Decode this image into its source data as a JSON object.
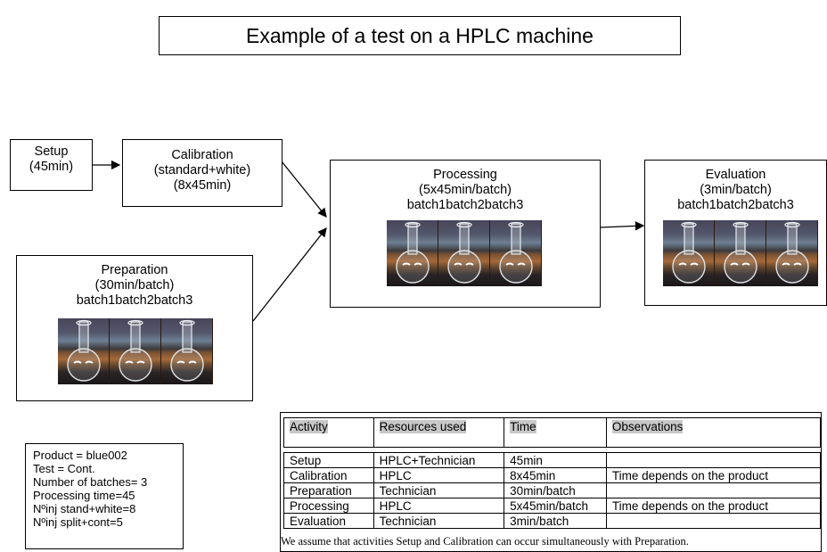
{
  "title": "Example of a test on a HPLC machine",
  "nodes": {
    "setup": {
      "lines": [
        "Setup",
        "(45min)"
      ]
    },
    "calibration": {
      "lines": [
        "Calibration",
        "(standard+white)",
        "(8x45min)"
      ]
    },
    "preparation": {
      "lines": [
        "Preparation",
        "(30min/batch)"
      ],
      "batches": "batch1batch2batch3"
    },
    "processing": {
      "lines": [
        "Processing",
        "(5x45min/batch)"
      ],
      "batches": "batch1batch2batch3"
    },
    "evaluation": {
      "lines": [
        "Evaluation",
        "(3min/batch)"
      ],
      "batches": "batch1batch2batch3"
    }
  },
  "info": {
    "lines": [
      "Product = blue002",
      "Test = Cont.",
      "Number of batches= 3",
      "Processing time=45",
      "Nºinj stand+white=8",
      "Nºinj split+cont=5"
    ]
  },
  "table": {
    "headers": [
      "Activity",
      "Resources used",
      "Time",
      "Observations"
    ],
    "rows": [
      [
        "Setup",
        "HPLC+Technician",
        "45min",
        ""
      ],
      [
        "Calibration",
        "HPLC",
        "8x45min",
        "Time depends on the product"
      ],
      [
        "Preparation",
        "Technician",
        "30min/batch",
        ""
      ],
      [
        "Processing",
        "HPLC",
        "5x45min/batch",
        "Time depends on the product"
      ],
      [
        "Evaluation",
        "Technician",
        "3min/batch",
        ""
      ]
    ],
    "note": "We assume that activities Setup and Calibration can occur simultaneously with Preparation."
  }
}
